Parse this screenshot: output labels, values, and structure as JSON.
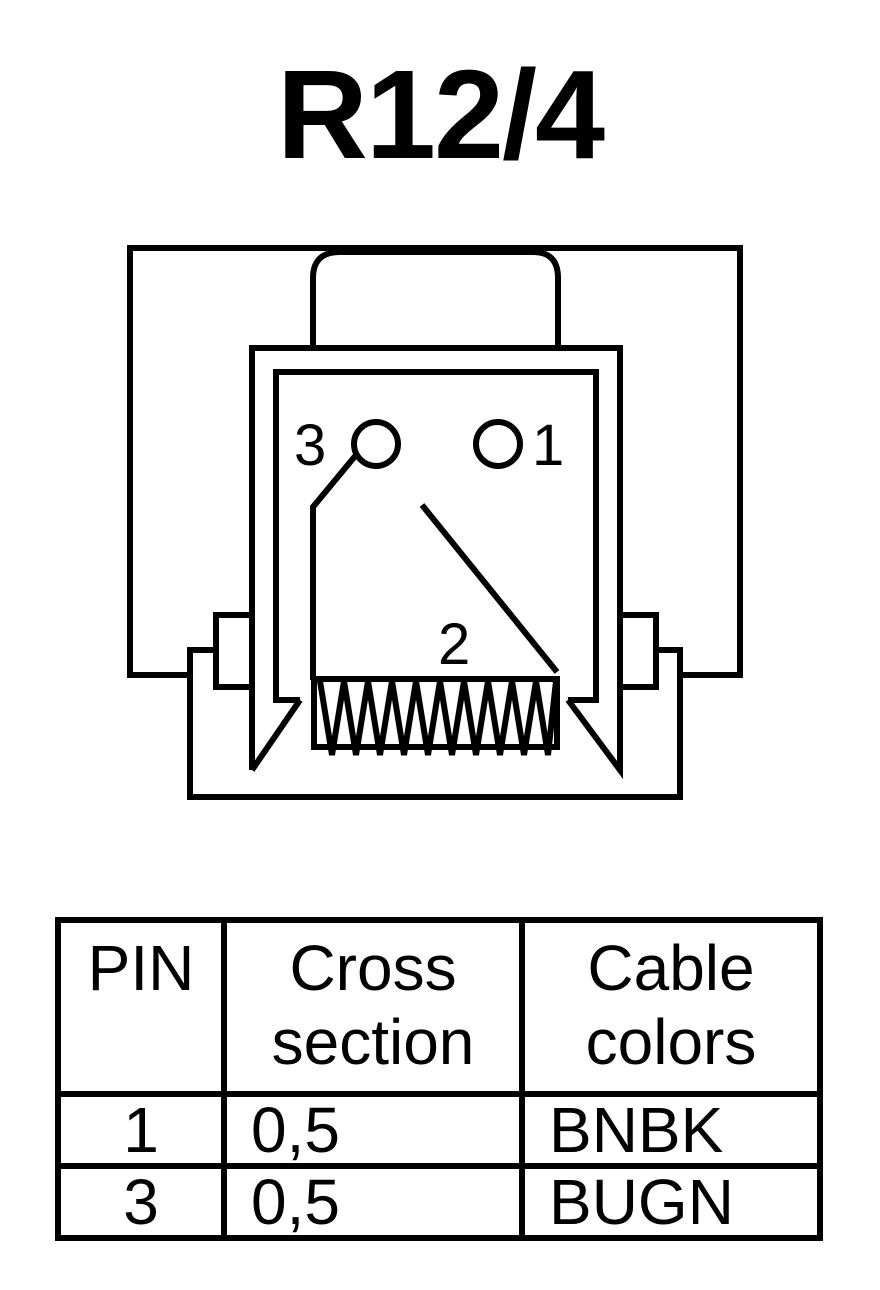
{
  "title": "R12/4",
  "diagram": {
    "pin_labels": {
      "pin3": "3",
      "pin1": "1",
      "pin2": "2"
    },
    "stroke_color": "#000000"
  },
  "table": {
    "headers": {
      "pin": "PIN",
      "cross_line1": "Cross",
      "cross_line2": "section",
      "colors_line1": "Cable",
      "colors_line2": "colors"
    },
    "rows": [
      {
        "pin": "1",
        "cross_section": "0,5",
        "cable_colors": "BNBK"
      },
      {
        "pin": "3",
        "cross_section": "0,5",
        "cable_colors": "BUGN"
      }
    ]
  }
}
